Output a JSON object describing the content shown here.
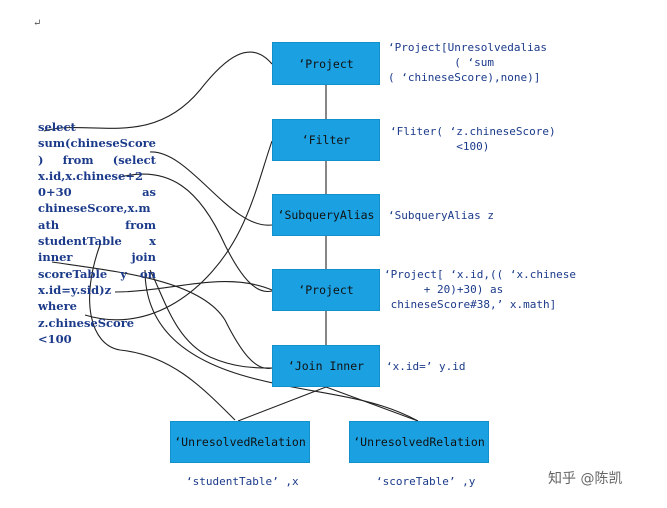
{
  "corner_mark": "↵",
  "sql_lines": [
    "select",
    "sum(chineseScore",
    ")  from  (select",
    "x.id,x.chinese+2",
    "0+30          as",
    "chineseScore,x.m",
    "ath         from",
    "studentTable    x",
    "inner        join",
    "scoreTable  y  on",
    "x.id=y.sid)z",
    "where",
    "z.chineseScore",
    "<100"
  ],
  "nodes": {
    "project_top": "‘Project",
    "filter": "‘Filter",
    "subquery_alias": "‘SubqueryAlias",
    "project_mid": "‘Project",
    "join_inner": "‘Join Inner",
    "relation_left": "‘UnresolvedRelation",
    "relation_right": "‘UnresolvedRelation"
  },
  "notes": {
    "project_top": "‘Project[Unresolvedalias\n          ( ‘sum\n( ‘chineseScore),none)]",
    "filter": "‘Fliter( ‘z.chineseScore)\n          <100)",
    "subquery_alias": "‘SubqueryAlias z",
    "project_mid": "‘Project[ ‘x.id,(( ‘x.chinese\n      + 20)+30) as\n chineseScore#38,’ x.math]",
    "join_inner": "‘x.id=’ y.id",
    "relation_left": "‘studentTable’ ,x",
    "relation_right": "‘scoreTable’ ,y"
  },
  "watermark": "知乎 @陈凯",
  "colors": {
    "node_fill": "#1ba1e2",
    "text_blue": "#1b3a8a",
    "line": "#222222"
  }
}
